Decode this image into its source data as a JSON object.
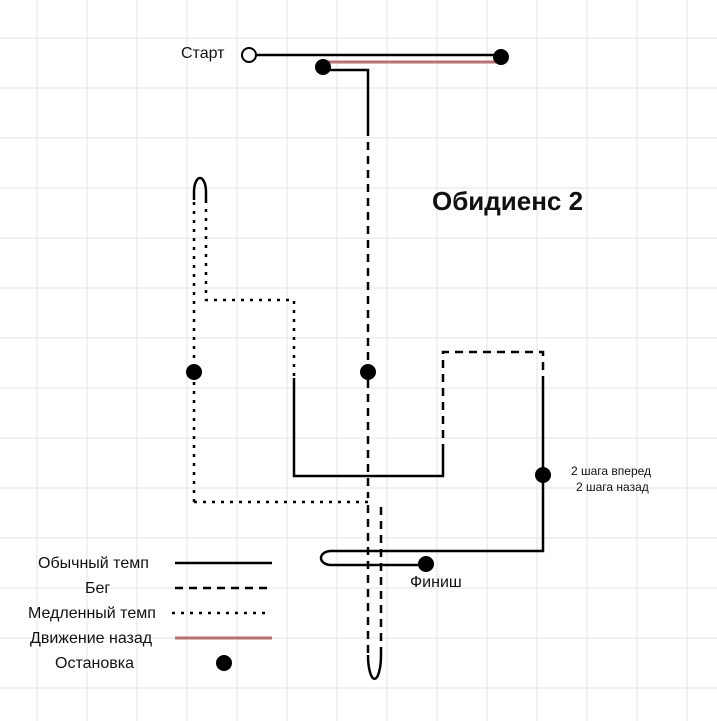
{
  "title": "Обидиенс 2",
  "labels": {
    "start": "Старт",
    "finish": "Финиш",
    "note_line1": "2 шага вперед",
    "note_line2": "2 шага назад"
  },
  "legend": [
    {
      "label": "Обычный темп",
      "style": "solid"
    },
    {
      "label": "Бег",
      "style": "dashed"
    },
    {
      "label": "Медленный темп",
      "style": "dotted"
    },
    {
      "label": "Движение назад",
      "style": "backward"
    },
    {
      "label": "Остановка",
      "style": "stop"
    }
  ],
  "colors": {
    "path": "#000000",
    "backward": "#b87070",
    "grid": "#e3e3e3"
  }
}
